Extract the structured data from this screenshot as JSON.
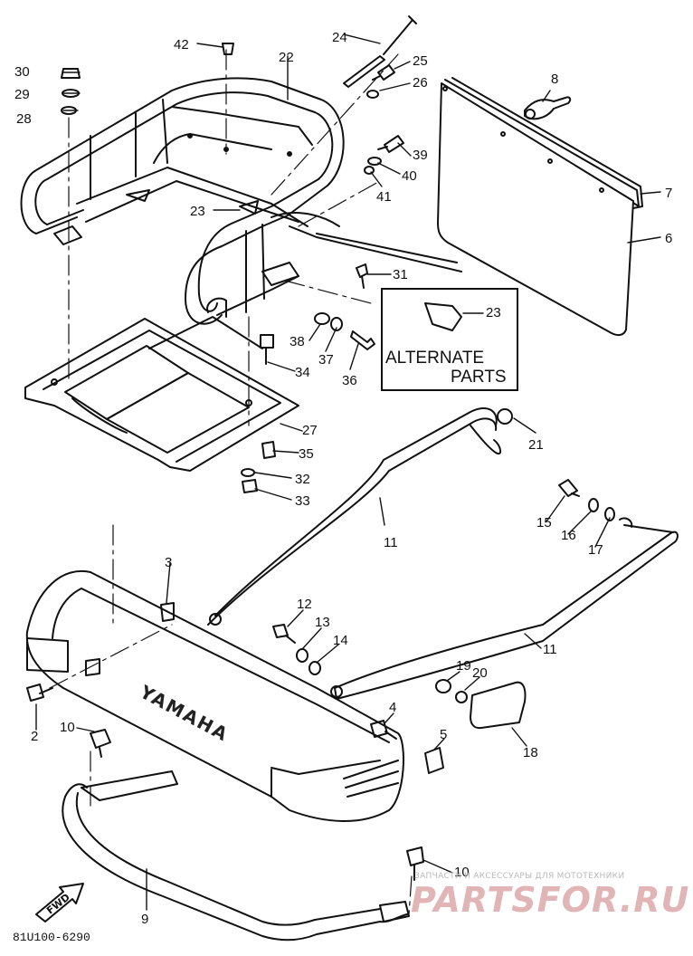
{
  "labels": {
    "p2": "2",
    "p3": "3",
    "p4": "4",
    "p5": "5",
    "p6": "6",
    "p7": "7",
    "p8": "8",
    "p9": "9",
    "p10a": "10",
    "p10b": "10",
    "p11a": "11",
    "p11b": "11",
    "p12": "12",
    "p13": "13",
    "p14": "14",
    "p15": "15",
    "p16": "16",
    "p17": "17",
    "p18": "18",
    "p19": "19",
    "p20": "20",
    "p21": "21",
    "p22": "22",
    "p23a": "23",
    "p23b": "23",
    "p24": "24",
    "p25": "25",
    "p26": "26",
    "p27": "27",
    "p28": "28",
    "p29": "29",
    "p30": "30",
    "p31": "31",
    "p32": "32",
    "p33": "33",
    "p34": "34",
    "p35": "35",
    "p36": "36",
    "p37": "37",
    "p38": "38",
    "p39": "39",
    "p40": "40",
    "p41": "41",
    "p42": "42"
  },
  "alternate": {
    "line1": "ALTERNATE",
    "line2": "PARTS"
  },
  "bumper_brand": "YAMAHA",
  "fwd_mark": "FWD",
  "drawing_number": "81U100-6290",
  "watermark": {
    "caption": "ЗАПЧАСТИ И АКСЕССУАРЫ ДЛЯ МОТОТЕХНИКИ",
    "logo": "PARTSFOR.RU"
  }
}
